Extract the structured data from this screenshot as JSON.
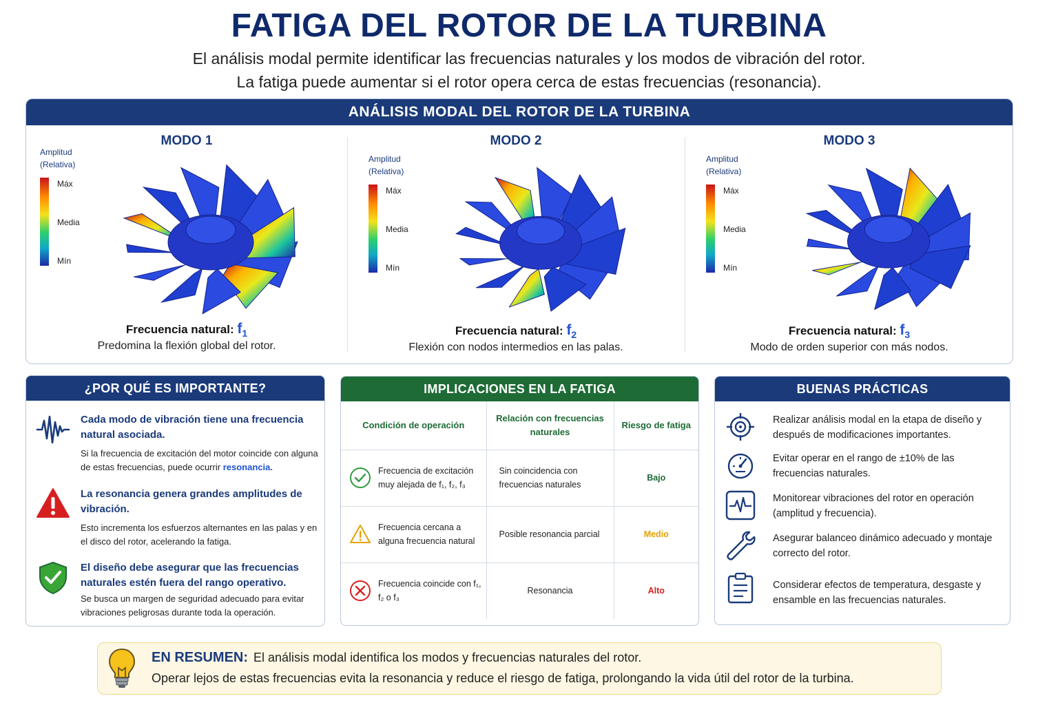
{
  "header": {
    "title": "FATIGA DEL ROTOR DE LA TURBINA",
    "subtitle_1": "El análisis modal permite identificar las frecuencias naturales y los modos de vibración del rotor.",
    "subtitle_2": "La fatiga puede aumentar si el rotor opera cerca de estas frecuencias (resonancia)."
  },
  "modal": {
    "header": "ANÁLISIS MODAL DEL ROTOR DE LA TURBINA",
    "legend": {
      "title_1": "Amplitud",
      "title_2": "(Relativa)",
      "max": "Máx",
      "mid": "Media",
      "min": "Mín"
    },
    "freq_label": "Frecuencia natural:",
    "modes": [
      {
        "title": "MODO 1",
        "freq_symbol": "f",
        "freq_sub": "1",
        "description": "Predomina la flexión global del rotor."
      },
      {
        "title": "MODO 2",
        "freq_symbol": "f",
        "freq_sub": "2",
        "description": "Flexión con nodos intermedios en las palas."
      },
      {
        "title": "MODO 3",
        "freq_symbol": "f",
        "freq_sub": "3",
        "description": "Modo de orden superior con más nodos."
      }
    ]
  },
  "why": {
    "header": "¿POR QUÉ ES IMPORTANTE?",
    "items": [
      {
        "icon": "waveform-icon",
        "head": "Cada modo de vibración tiene una frecuencia natural asociada.",
        "body": "Si la frecuencia de excitación del motor coincide con alguna de estas frecuencias, puede ocurrir",
        "highlight": "resonancia."
      },
      {
        "icon": "warning-triangle-icon",
        "head": "La resonancia genera grandes amplitudes de vibración.",
        "body": "Esto incrementa los esfuerzos alternantes en las palas y en el disco del rotor, acelerando la fatiga.",
        "highlight": ""
      },
      {
        "icon": "shield-check-icon",
        "head": "El diseño debe asegurar que las frecuencias naturales estén fuera del rango operativo.",
        "body": "Se busca un margen de seguridad adecuado para evitar vibraciones peligrosas durante toda la operación.",
        "highlight": ""
      }
    ]
  },
  "implications": {
    "header": "IMPLICACIONES EN LA FATIGA",
    "columns": [
      "Condición de operación",
      "Relación con frecuencias naturales",
      "Riesgo de fatiga"
    ],
    "rows": [
      {
        "icon": "check-circle-icon",
        "condition": "Frecuencia de excitación muy alejada de f₁, f₂, f₃",
        "relation": "Sin coincidencia con frecuencias naturales",
        "risk": "Bajo",
        "risk_color": "#1e6b35"
      },
      {
        "icon": "warning-outline-icon",
        "condition": "Frecuencia cercana a alguna frecuencia natural",
        "relation": "Posible resonancia parcial",
        "risk": "Medio",
        "risk_color": "#e5a100"
      },
      {
        "icon": "x-circle-icon",
        "condition": "Frecuencia coincide con f₁, f₂ o f₃",
        "relation": "Resonancia",
        "risk": "Alto",
        "risk_color": "#d62020"
      }
    ]
  },
  "practices": {
    "header": "BUENAS PRÁCTICAS",
    "items": [
      {
        "icon": "target-icon",
        "text": "Realizar análisis modal en la etapa de diseño y después de modificaciones importantes."
      },
      {
        "icon": "gauge-icon",
        "text": "Evitar operar en el rango de ±10% de las frecuencias naturales."
      },
      {
        "icon": "monitor-pulse-icon",
        "text": "Monitorear vibraciones del rotor en operación (amplitud y frecuencia)."
      },
      {
        "icon": "wrench-icon",
        "text": "Asegurar balanceo dinámico adecuado y montaje correcto del rotor."
      },
      {
        "icon": "clipboard-icon",
        "text": "Considerar efectos de temperatura, desgaste y ensamble en las frecuencias naturales."
      }
    ]
  },
  "summary": {
    "label": "EN RESUMEN:",
    "line_1": "El análisis modal identifica los modos y frecuencias naturales del rotor.",
    "line_2": "Operar lejos de estas frecuencias evita la resonancia y reduce el riesgo de fatiga, prolongando la vida útil del rotor de la turbina."
  },
  "colors": {
    "navy": "#1a3a7a",
    "green": "#1e6b35",
    "accent_blue": "#1f52d6",
    "risk_low": "#1e6b35",
    "risk_mid": "#e5a100",
    "risk_high": "#d62020"
  }
}
